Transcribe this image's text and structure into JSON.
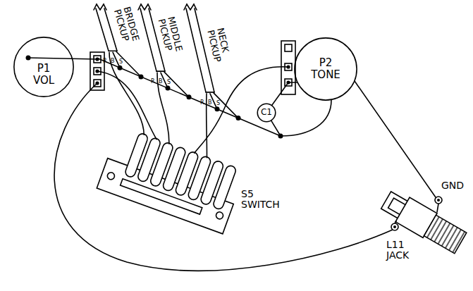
{
  "diagram": {
    "nodes": [
      {
        "text": [
          "P1 VOL"
        ]
      },
      {
        "text": [
          "P2 TONE"
        ]
      },
      {
        "text": [
          "C1"
        ]
      }
    ],
    "edges": [
      {
        "from": 2,
        "to": 1,
        "arrow": "none"
      }
    ],
    "labels": [
      "BRIDGE PICKUP",
      "MIDDLE PICKUP",
      "NECK PICKUP",
      "R",
      "B",
      "S",
      "R",
      "B",
      "S",
      "R",
      "B",
      "S",
      "S5 SWITCH",
      "GND",
      "L11 JACK"
    ]
  }
}
